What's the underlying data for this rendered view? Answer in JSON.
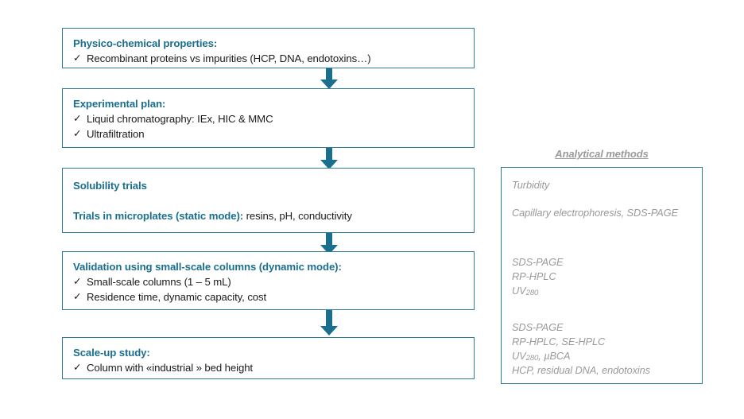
{
  "colors": {
    "accent": "#1A6E8E",
    "border": "#2E7D9B",
    "body_text": "#1a1a1a",
    "methods_text": "#9a9a9a"
  },
  "flow": {
    "steps": [
      {
        "id": "physico-chemical-properties",
        "title": "Physico-chemical properties:",
        "bullets": [
          "Recombinant proteins vs impurities (HCP, DNA, endotoxins…)"
        ],
        "subtitle": null,
        "subtitle_plain": null
      },
      {
        "id": "experimental-plan",
        "title": "Experimental plan:",
        "bullets": [
          "Liquid chromatography: IEx, HIC & MMC",
          "Ultrafiltration"
        ],
        "subtitle": null,
        "subtitle_plain": null
      },
      {
        "id": "solubility-trials",
        "title": "Solubility trials",
        "bullets": [],
        "subtitle": "Trials in microplates (static mode):",
        "subtitle_plain": " resins, pH, conductivity"
      },
      {
        "id": "validation-small-scale-columns",
        "title": "Validation using small-scale columns (dynamic mode):",
        "bullets": [
          "Small-scale columns (1 – 5 mL)",
          "Residence time, dynamic capacity, cost"
        ],
        "subtitle": null,
        "subtitle_plain": null
      },
      {
        "id": "scale-up-study",
        "title": "Scale-up study:",
        "bullets": [
          "Column with «industrial » bed height"
        ],
        "subtitle": null,
        "subtitle_plain": null
      }
    ],
    "check_glyph": "✓"
  },
  "methods": {
    "header": "Analytical methods",
    "lines": [
      {
        "text": "Turbidity",
        "sub": null,
        "tail": null
      },
      {
        "text": "Capillary electrophoresis, SDS-PAGE",
        "sub": null,
        "tail": null
      },
      {
        "text": "SDS-PAGE",
        "sub": null,
        "tail": null
      },
      {
        "text": "RP-HPLC",
        "sub": null,
        "tail": null
      },
      {
        "text": "UV",
        "sub": "280",
        "tail": ""
      },
      {
        "text": "SDS-PAGE",
        "sub": null,
        "tail": null
      },
      {
        "text": "RP-HPLC, SE-HPLC",
        "sub": null,
        "tail": null
      },
      {
        "text": "UV",
        "sub": "280",
        "tail": ", µBCA"
      },
      {
        "text": "HCP, residual DNA, endotoxins",
        "sub": null,
        "tail": null
      }
    ]
  }
}
